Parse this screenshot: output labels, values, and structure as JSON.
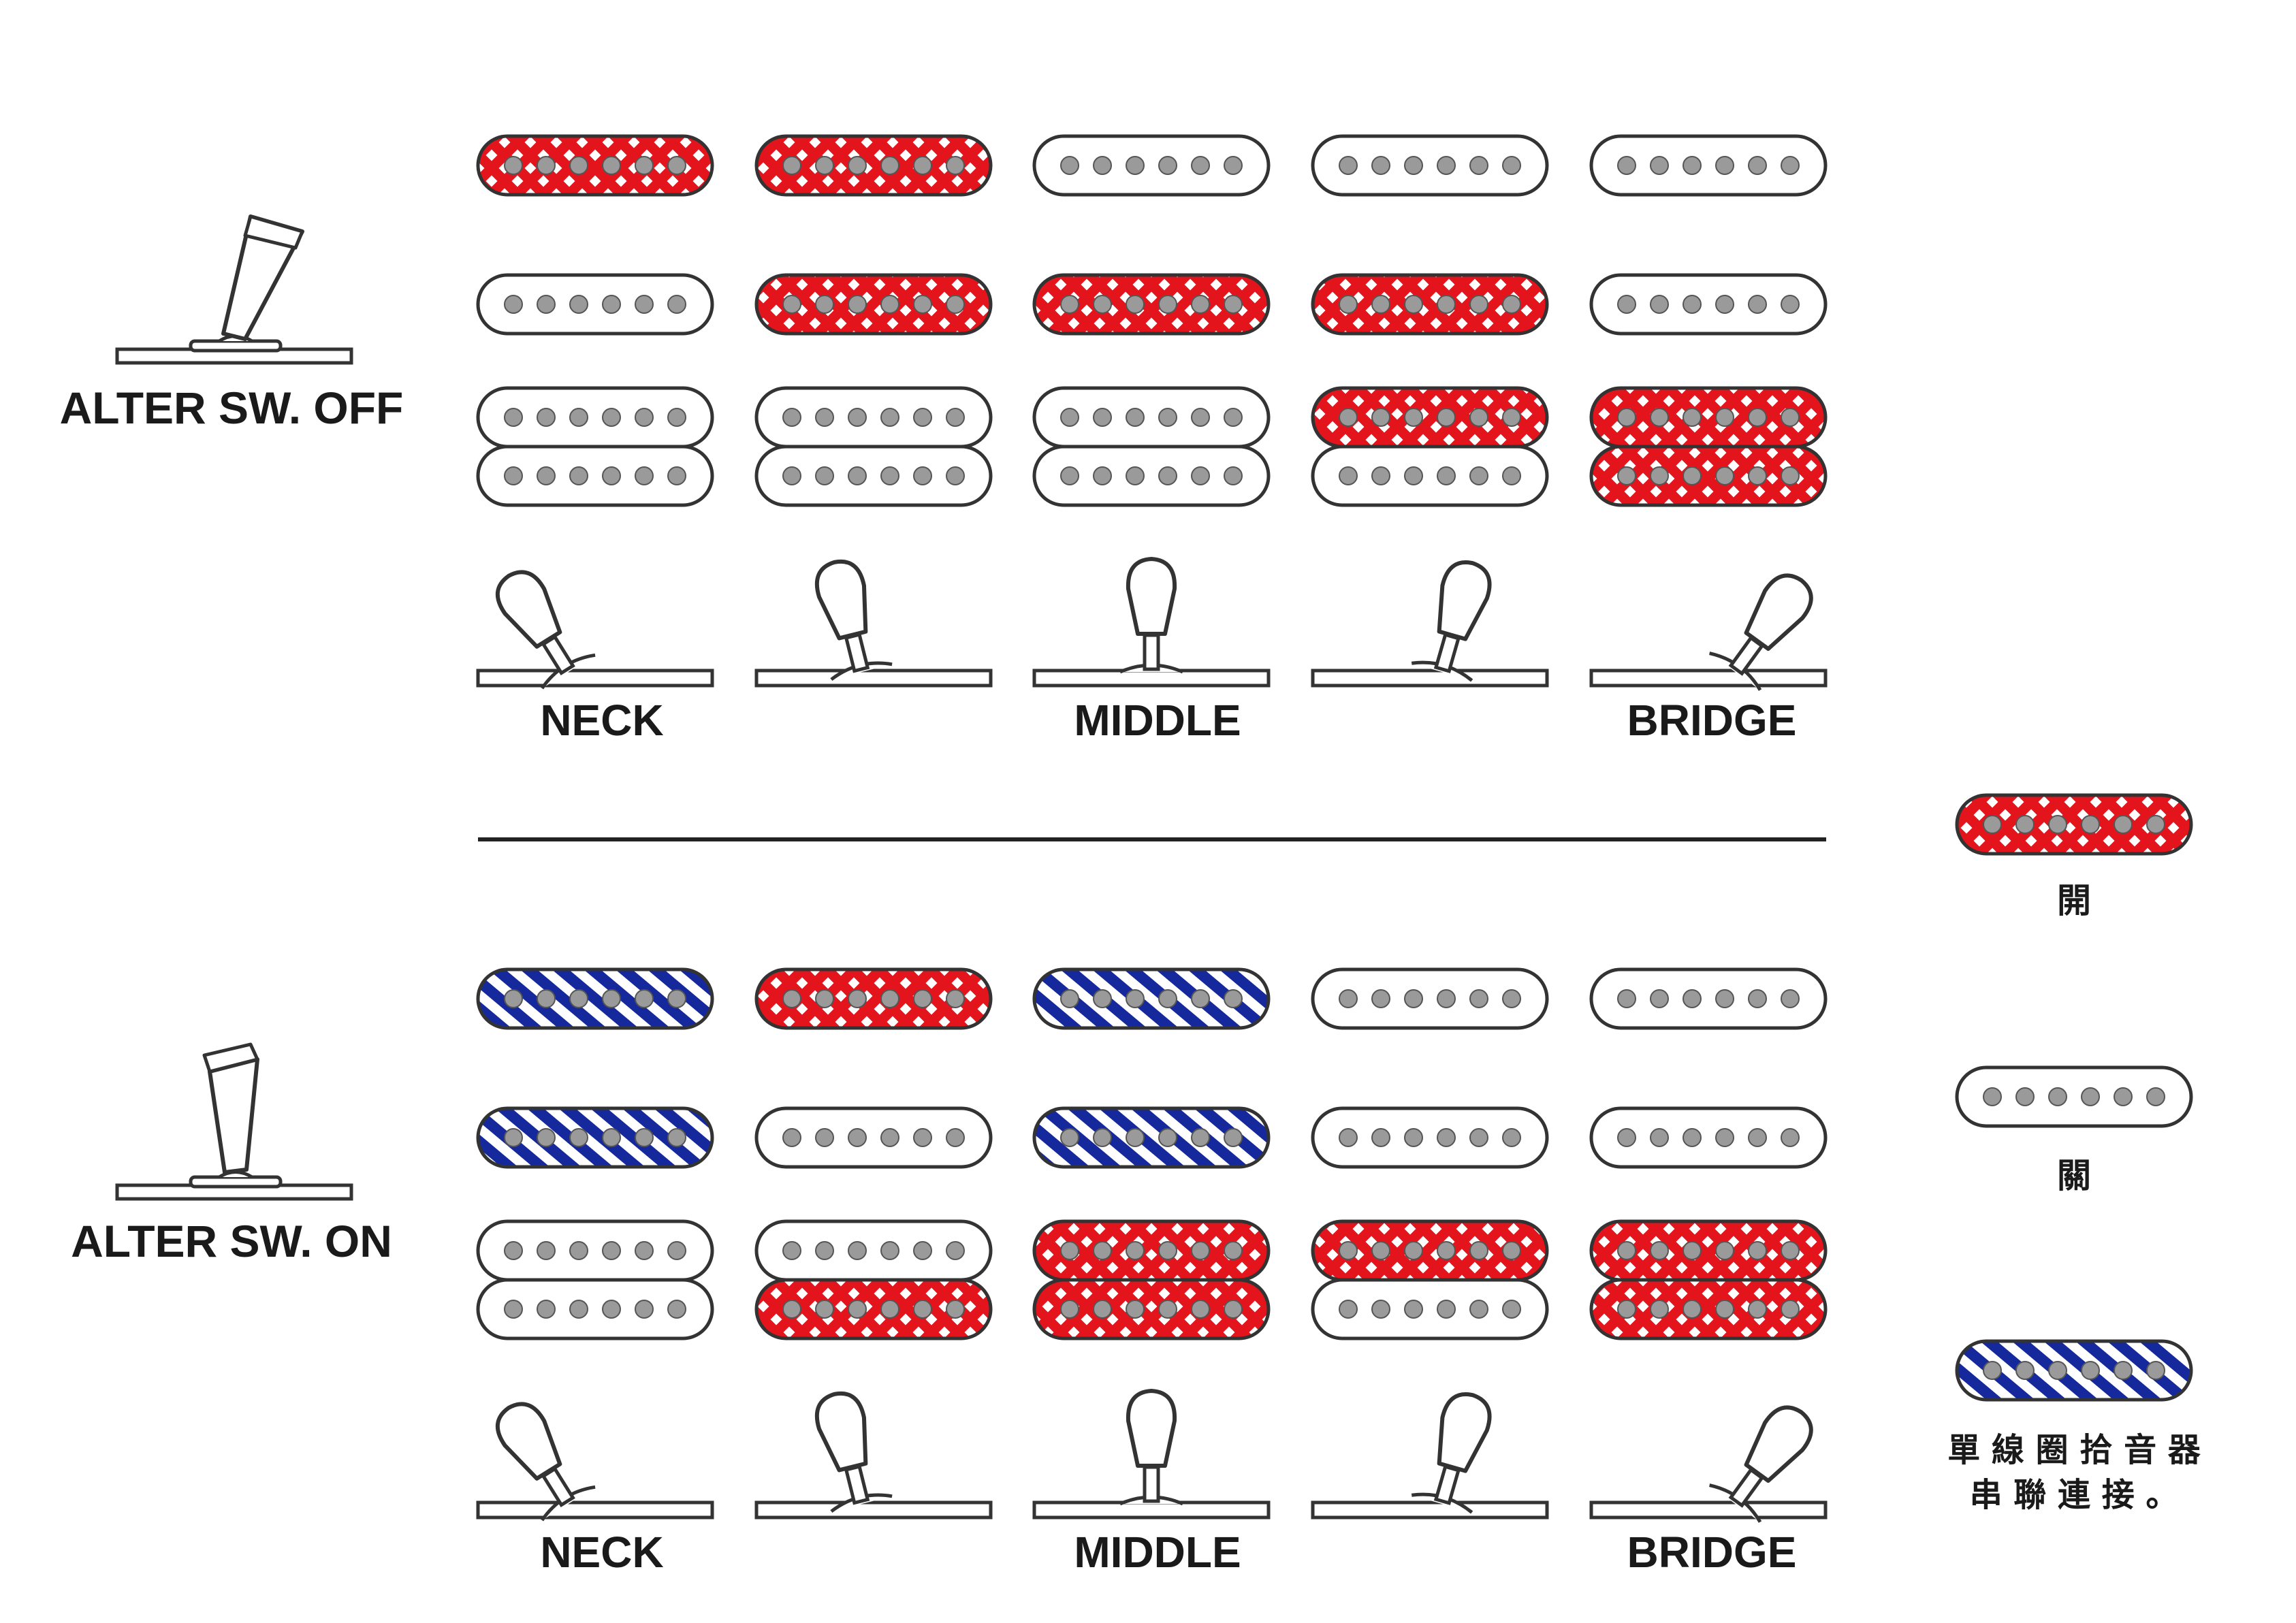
{
  "colors": {
    "on": "#e3141c",
    "series": "#15299c",
    "outline": "#333333",
    "pole": "#9a9a9a",
    "text": "#1a1a1a"
  },
  "sections": [
    {
      "switch_label": "ALTER SW. OFF",
      "switch_state": "off",
      "position_labels": [
        "NECK",
        "",
        "MIDDLE",
        "",
        "BRIDGE"
      ],
      "columns": [
        {
          "neck": "on",
          "middle": "off",
          "bridge_top": "off",
          "bridge_bottom": "off"
        },
        {
          "neck": "on",
          "middle": "on",
          "bridge_top": "off",
          "bridge_bottom": "off"
        },
        {
          "neck": "off",
          "middle": "on",
          "bridge_top": "off",
          "bridge_bottom": "off"
        },
        {
          "neck": "off",
          "middle": "on",
          "bridge_top": "on",
          "bridge_bottom": "off"
        },
        {
          "neck": "off",
          "middle": "off",
          "bridge_top": "on",
          "bridge_bottom": "on"
        }
      ]
    },
    {
      "switch_label": "ALTER SW. ON",
      "switch_state": "on",
      "position_labels": [
        "NECK",
        "",
        "MIDDLE",
        "",
        "BRIDGE"
      ],
      "columns": [
        {
          "neck": "series",
          "middle": "series",
          "bridge_top": "off",
          "bridge_bottom": "off"
        },
        {
          "neck": "on",
          "middle": "off",
          "bridge_top": "off",
          "bridge_bottom": "on"
        },
        {
          "neck": "series",
          "middle": "series",
          "bridge_top": "on",
          "bridge_bottom": "on"
        },
        {
          "neck": "off",
          "middle": "off",
          "bridge_top": "on",
          "bridge_bottom": "off"
        },
        {
          "neck": "off",
          "middle": "off",
          "bridge_top": "on",
          "bridge_bottom": "on"
        }
      ]
    }
  ],
  "legend": [
    {
      "state": "on",
      "label": "開"
    },
    {
      "state": "off",
      "label": "關"
    },
    {
      "state": "series",
      "label_lines": [
        "單 線 圈 拾 音 器",
        "串 聯 連 接 。"
      ]
    }
  ]
}
